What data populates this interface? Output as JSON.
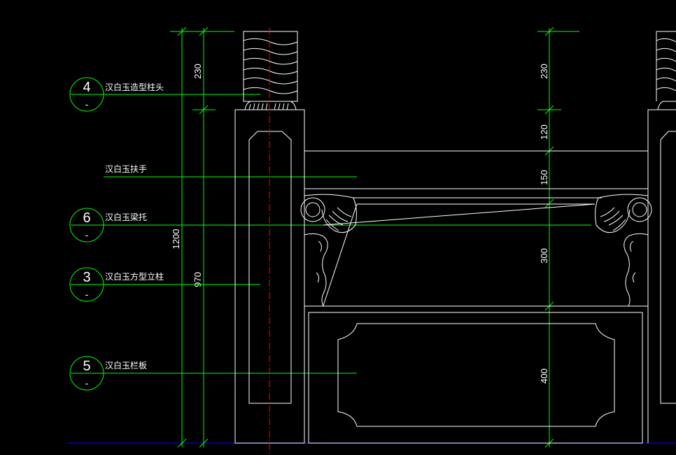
{
  "callouts": [
    {
      "number": "4",
      "sub": "-",
      "label": "汉白玉造型柱头"
    },
    {
      "number": "",
      "sub": "",
      "label": "汉白玉扶手"
    },
    {
      "number": "6",
      "sub": "-",
      "label": "汉白玉梁托"
    },
    {
      "number": "3",
      "sub": "-",
      "label": "汉白玉方型立柱"
    },
    {
      "number": "5",
      "sub": "-",
      "label": "汉白玉栏板"
    }
  ],
  "dimensions_left": {
    "cap": "230",
    "total": "1200",
    "post": "970"
  },
  "dimensions_right": {
    "cap": "230",
    "d120": "120",
    "d150": "150",
    "d300": "300",
    "d400": "400"
  },
  "colors": {
    "background": "#000000",
    "outline": "#ffffff",
    "dimension": "#00ff00",
    "centerline": "#ff0000",
    "ground": "#0000ff"
  }
}
